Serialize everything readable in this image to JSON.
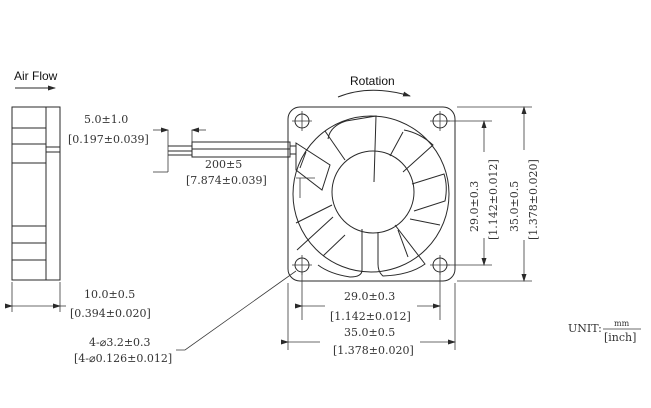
{
  "drawing": {
    "side_view": {
      "airflow_label": "Air Flow",
      "thickness_mm": "10.0±0.5",
      "thickness_in": "[0.394±0.020]"
    },
    "lead": {
      "strip_mm": "5.0±1.0",
      "strip_in": "[0.197±0.039]",
      "length_mm": "200±5",
      "length_in": "[7.874±0.039]"
    },
    "front_view": {
      "rotation_label": "Rotation",
      "hole_spacing_h_mm": "29.0±0.3",
      "hole_spacing_h_in": "[1.142±0.012]",
      "width_mm": "35.0±0.5",
      "width_in": "[1.378±0.020]",
      "hole_spacing_v_mm": "29.0±0.3",
      "hole_spacing_v_in": "[1.142±0.012]",
      "height_mm": "35.0±0.5",
      "height_in": "[1.378±0.020]",
      "holes_mm": "4-⌀3.2±0.3",
      "holes_in": "[4-⌀0.126±0.012]"
    },
    "unit": {
      "label": "UNIT:",
      "numerator": "mm",
      "denominator": "[inch]"
    },
    "colors": {
      "line": "#2a2a2a",
      "text": "#333333"
    }
  }
}
